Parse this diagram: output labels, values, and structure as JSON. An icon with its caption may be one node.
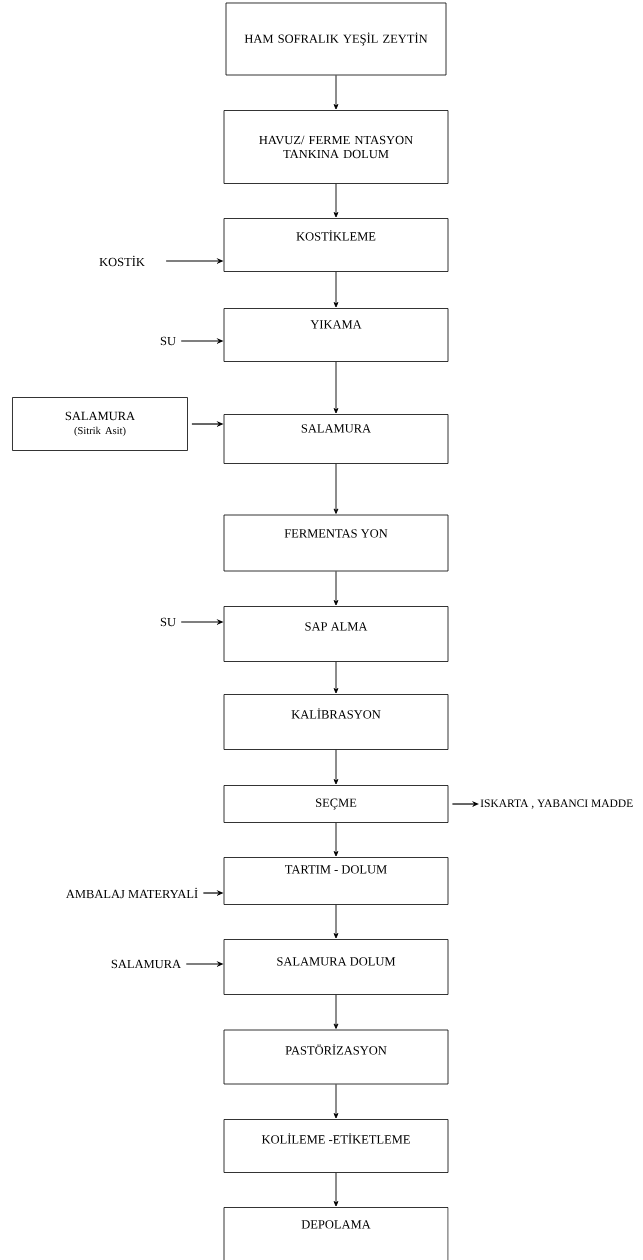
{
  "diagram": {
    "nodes": [
      {
        "text": [
          "HAM SOFRALIK YEŞİL ZEYTİN"
        ]
      },
      {
        "text": [
          "HAVUZ/ FERME NTASYON TANKINA DOLUM"
        ]
      },
      {
        "text": [
          "KOSTİK"
        ]
      },
      {
        "text": [
          "KOSTİKLEME"
        ]
      },
      {
        "text": [
          "SU"
        ]
      },
      {
        "text": [
          "YIKAMA"
        ]
      },
      {
        "text": [
          "SALAMURA",
          "(Sitrik Asit)"
        ]
      },
      {
        "text": [
          "SALAMURA"
        ]
      },
      {
        "text": [
          "FERMENTAS YON"
        ]
      },
      {
        "text": [
          "SU"
        ]
      },
      {
        "text": [
          "SAP ALMA"
        ]
      },
      {
        "text": [
          "KALİBRASYON"
        ]
      },
      {
        "text": [
          "SEÇME"
        ]
      },
      {
        "text": [
          "ISKARTA , YABANCI MADDE"
        ]
      },
      {
        "text": [
          "TARTIM - DOLUM"
        ]
      },
      {
        "text": [
          "AMBALAJ MATERYALİ"
        ]
      },
      {
        "text": [
          "SALAMURA"
        ]
      },
      {
        "text": [
          "SALAMURA DOLUM"
        ]
      },
      {
        "text": [
          "PASTÖRİZASYON"
        ]
      },
      {
        "text": [
          "KOLİLEME -ETİKETLEME"
        ]
      },
      {
        "text": [
          "DEPOLAMA"
        ]
      }
    ],
    "edges": [
      {
        "from": 0,
        "to": 1,
        "arrow": "to"
      },
      {
        "from": 1,
        "to": 3,
        "arrow": "to"
      },
      {
        "from": 2,
        "to": 3,
        "arrow": "to"
      },
      {
        "from": 3,
        "to": 5,
        "arrow": "to"
      },
      {
        "from": 4,
        "to": 5,
        "arrow": "to"
      },
      {
        "from": 5,
        "to": 7,
        "arrow": "to"
      },
      {
        "from": 6,
        "to": 7,
        "arrow": "to"
      },
      {
        "from": 7,
        "to": 8,
        "arrow": "to"
      },
      {
        "from": 8,
        "to": 10,
        "arrow": "to"
      },
      {
        "from": 9,
        "to": 10,
        "arrow": "to"
      },
      {
        "from": 10,
        "to": 11,
        "arrow": "to"
      },
      {
        "from": 11,
        "to": 12,
        "arrow": "to"
      },
      {
        "from": 12,
        "to": 13,
        "arrow": "to"
      },
      {
        "from": 12,
        "to": 14,
        "arrow": "to"
      },
      {
        "from": 15,
        "to": 14,
        "arrow": "to"
      },
      {
        "from": 14,
        "to": 17,
        "arrow": "to"
      },
      {
        "from": 16,
        "to": 17,
        "arrow": "to"
      },
      {
        "from": 17,
        "to": 18,
        "arrow": "to"
      },
      {
        "from": 18,
        "to": 19,
        "arrow": "to"
      },
      {
        "from": 19,
        "to": 20,
        "arrow": "to"
      }
    ]
  }
}
